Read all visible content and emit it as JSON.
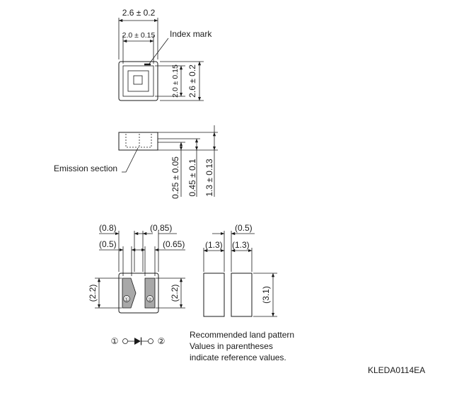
{
  "top_view": {
    "width_outer": "2.6 ± 0.2",
    "width_inner": "2.0 ± 0.15",
    "height_inner": "2.0 ± 0.15",
    "height_outer": "2.6 ± 0.2",
    "index_mark_label": "Index mark"
  },
  "side_view": {
    "emission_label": "Emission section",
    "dim_emission": "0.25 ± 0.05",
    "dim_window": "0.45 ± 0.1",
    "dim_total": "1.3 ± 0.13"
  },
  "bottom_view": {
    "dim_top_left": "(0.8)",
    "dim_top_right": "(0.85)",
    "dim_second_left": "(0.5)",
    "dim_second_right": "(0.65)",
    "dim_left_height": "(2.2)",
    "dim_right_height": "(2.2)",
    "pad1": "①",
    "pad2": "②"
  },
  "land_pattern": {
    "gap": "(0.5)",
    "pad_width_left": "(1.3)",
    "pad_width_right": "(1.3)",
    "pad_height": "(3.1)"
  },
  "symbol": {
    "pin1": "①",
    "pin2": "②"
  },
  "notes": [
    "Recommended land pattern",
    "Values in parentheses",
    "indicate reference values."
  ],
  "drawing_code": "KLEDA0114EA"
}
